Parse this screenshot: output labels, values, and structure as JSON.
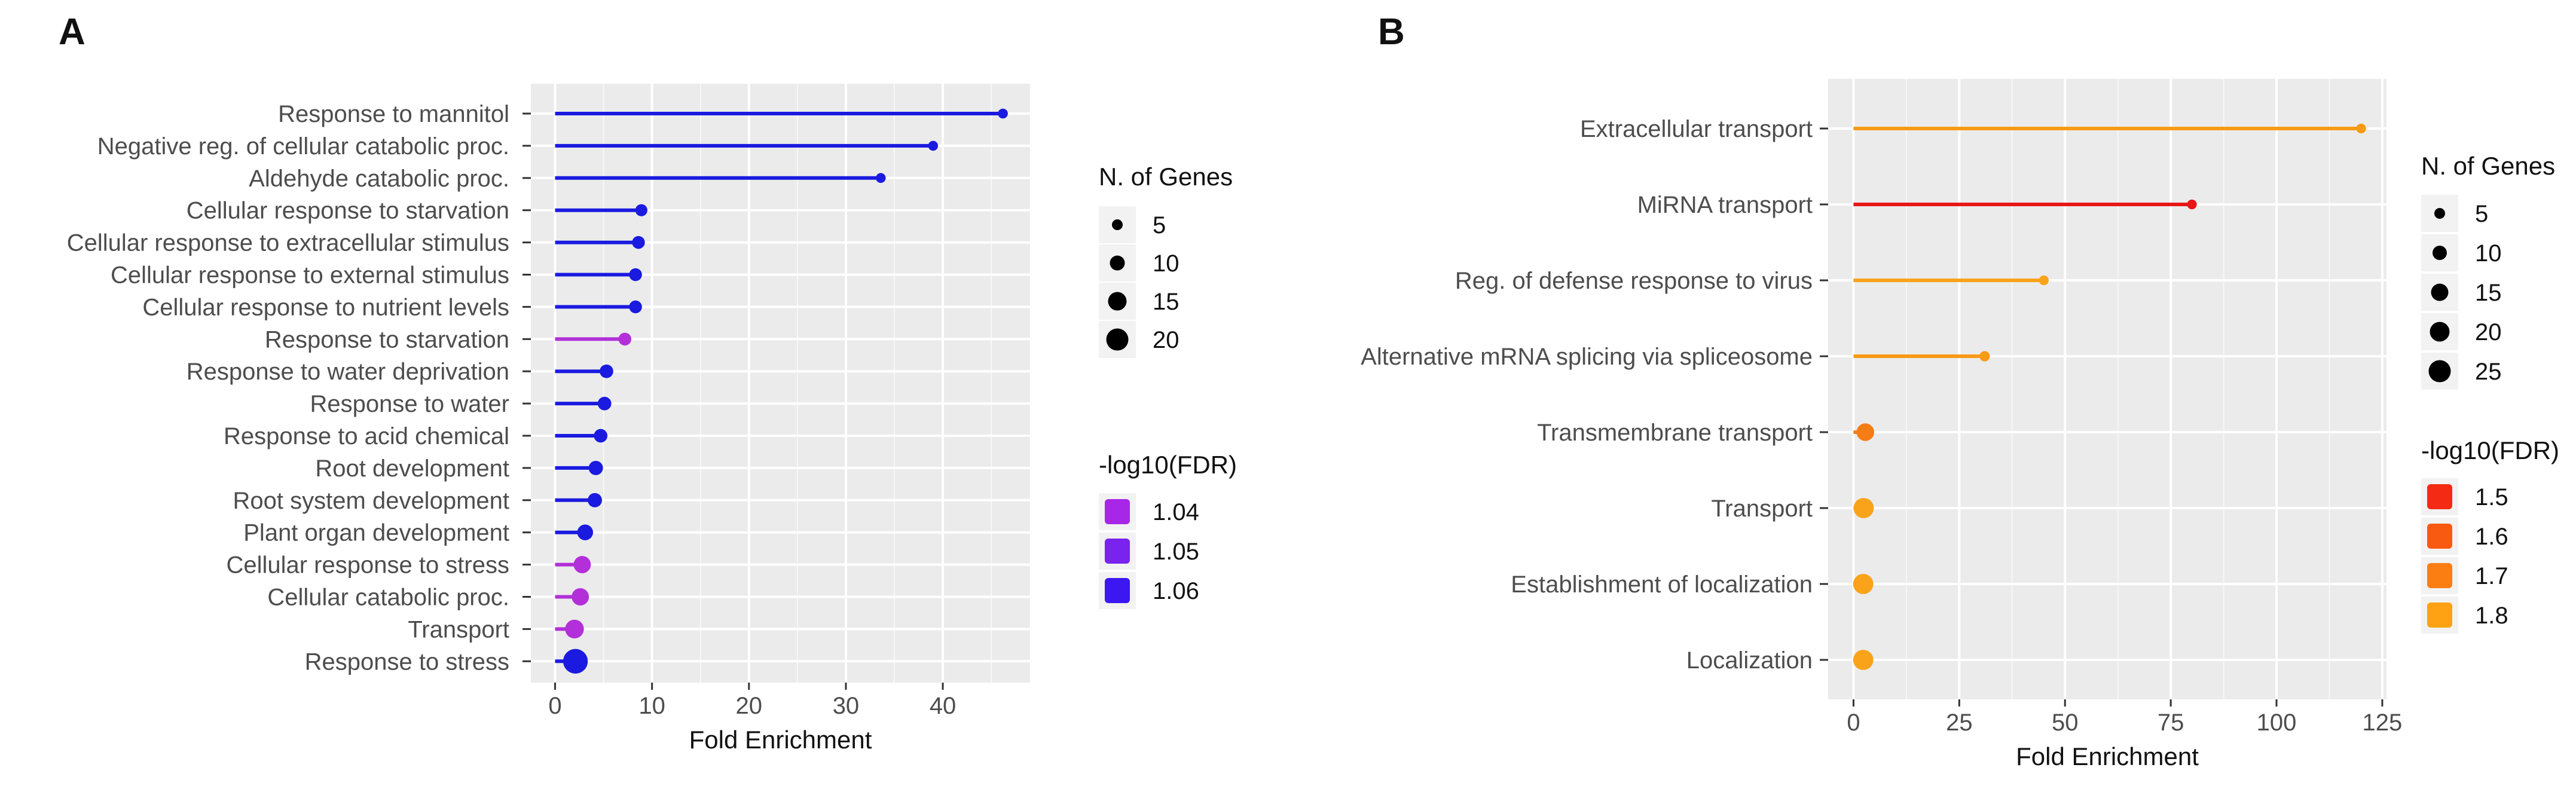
{
  "chart_data": [
    {
      "panel": "A",
      "type": "lollipop",
      "xlabel": "Fold Enrichment",
      "ylabel": "",
      "xlim": [
        -2.5,
        49
      ],
      "xticks": [
        0,
        10,
        20,
        30,
        40
      ],
      "grid": true,
      "legend_position": "right",
      "categories": [
        "Response to mannitol",
        "Negative reg. of cellular catabolic proc.",
        "Aldehyde catabolic proc.",
        "Cellular response to starvation",
        "Cellular response to extracellular stimulus",
        "Cellular response to external stimulus",
        "Cellular response to nutrient levels",
        "Response to starvation",
        "Response to water deprivation",
        "Response to water",
        "Response to acid chemical",
        "Root development",
        "Root system development",
        "Plant organ development",
        "Cellular response to stress",
        "Cellular catabolic proc.",
        "Transport",
        "Response to stress"
      ],
      "values": [
        46.2,
        39.0,
        33.6,
        8.9,
        8.6,
        8.3,
        8.3,
        7.2,
        5.3,
        5.1,
        4.7,
        4.2,
        4.1,
        3.1,
        2.8,
        2.6,
        2.0,
        2.1
      ],
      "n_genes": [
        2,
        2,
        2,
        5,
        6,
        6,
        6,
        6,
        7,
        7,
        7,
        8,
        8,
        10,
        12,
        12,
        14,
        22
      ],
      "neglog10_fdr": [
        1.06,
        1.06,
        1.06,
        1.06,
        1.06,
        1.06,
        1.06,
        1.04,
        1.06,
        1.06,
        1.06,
        1.06,
        1.06,
        1.06,
        1.04,
        1.04,
        1.04,
        1.06
      ],
      "size_legend": {
        "title": "N. of Genes",
        "labels": [
          "5",
          "10",
          "15",
          "20"
        ],
        "values": [
          5,
          10,
          15,
          20
        ]
      },
      "color_legend": {
        "title": "-log10(FDR)",
        "labels": [
          "1.04",
          "1.05",
          "1.06"
        ],
        "colors": [
          "#a826e8",
          "#7a22ee",
          "#3c17f2"
        ]
      },
      "colors": {
        "1.04": "#b22fd9",
        "1.06": "#1a1ae0"
      }
    },
    {
      "panel": "B",
      "type": "lollipop",
      "xlabel": "Fold Enrichment",
      "ylabel": "",
      "xlim": [
        -6,
        126
      ],
      "xticks": [
        0,
        25,
        50,
        75,
        100,
        125
      ],
      "grid": true,
      "legend_position": "right",
      "categories": [
        "Extracellular transport",
        "MiRNA transport",
        "Reg. of defense response to virus",
        "Alternative mRNA splicing via spliceosome",
        "Transmembrane transport",
        "Transport",
        "Establishment of localization",
        "Localization"
      ],
      "values": [
        120,
        80,
        45,
        31,
        2.8,
        2.4,
        2.3,
        2.3
      ],
      "n_genes": [
        2,
        2,
        2,
        3,
        14,
        18,
        18,
        18
      ],
      "neglog10_fdr": [
        1.75,
        1.5,
        1.8,
        1.75,
        1.7,
        1.8,
        1.8,
        1.8
      ],
      "size_legend": {
        "title": "N. of Genes",
        "labels": [
          "5",
          "10",
          "15",
          "20",
          "25"
        ],
        "values": [
          5,
          10,
          15,
          20,
          25
        ]
      },
      "color_legend": {
        "title": "-log10(FDR)",
        "labels": [
          "1.5",
          "1.6",
          "1.7",
          "1.8"
        ],
        "colors": [
          "#f52a14",
          "#f95a12",
          "#fb7e13",
          "#fea214"
        ]
      },
      "colors": {
        "1.5": "#e81616",
        "1.7": "#f47d16",
        "1.75": "#f89a14",
        "1.8": "#f9a31a"
      }
    }
  ],
  "panels": {
    "a": {
      "label": "A"
    },
    "b": {
      "label": "B"
    }
  }
}
